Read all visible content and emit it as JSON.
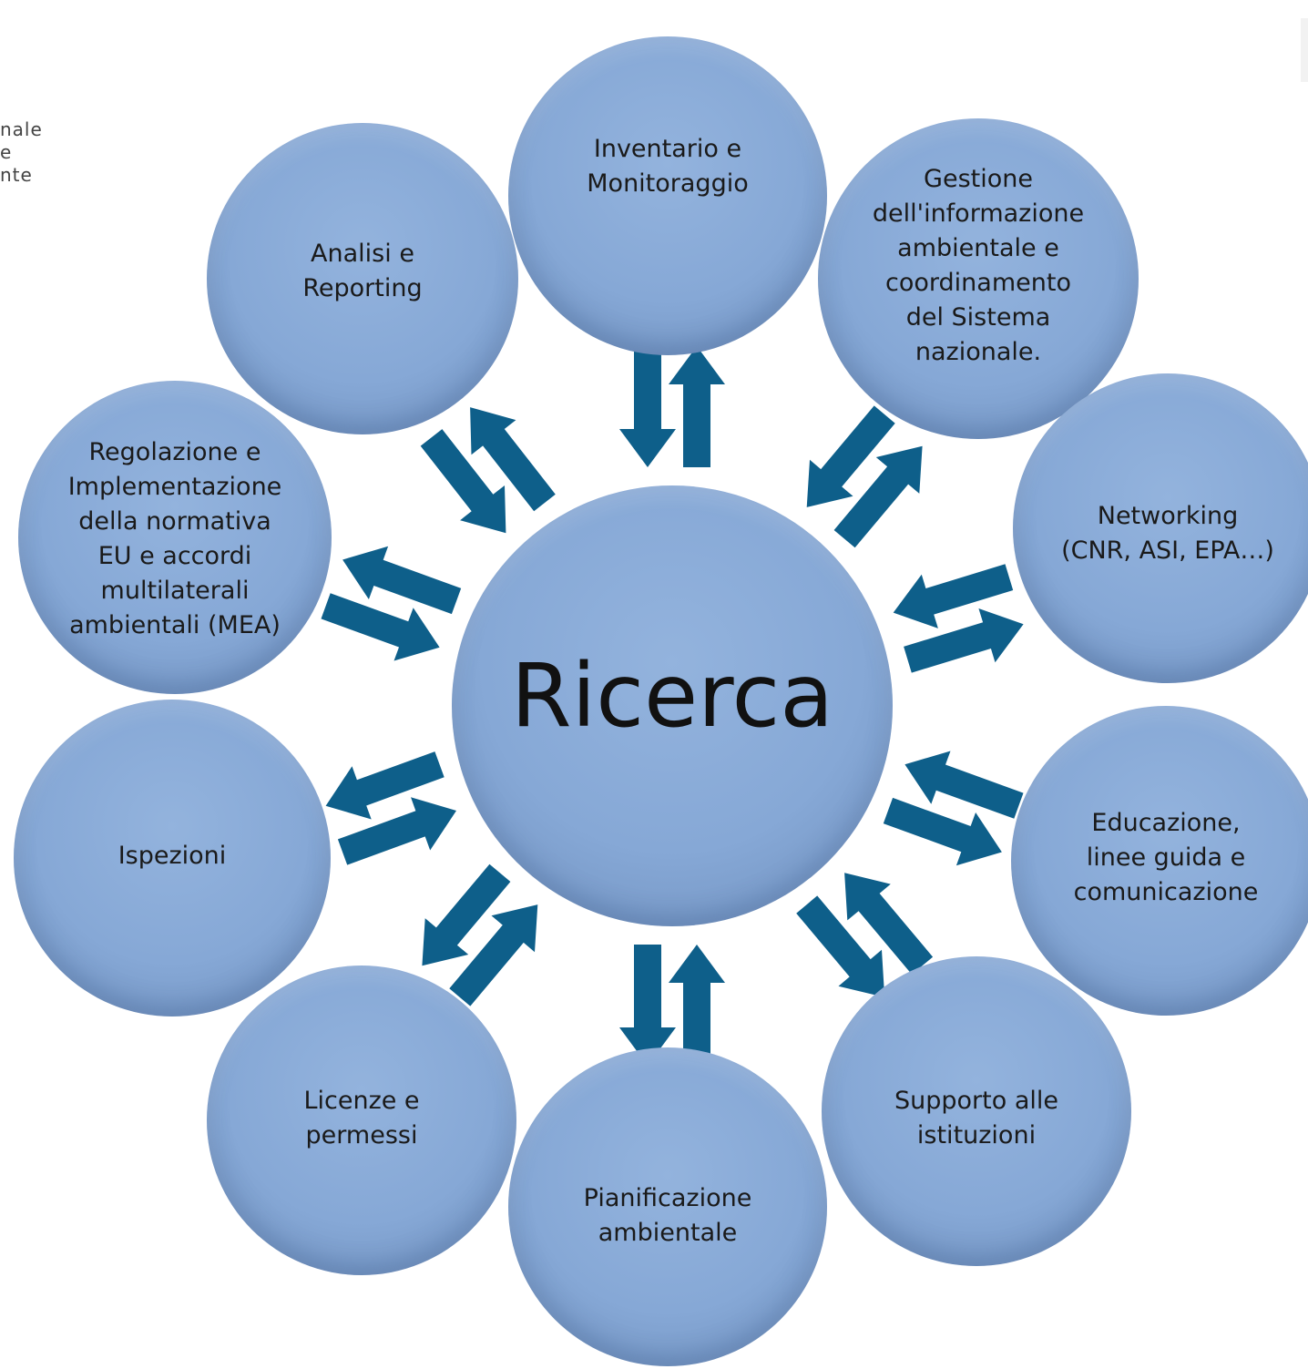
{
  "logo": {
    "lines": [
      "nale",
      "e",
      "nte"
    ]
  },
  "center": {
    "label": "Ricerca"
  },
  "nodes": [
    {
      "id": "inventario",
      "label": "Inventario e\nMonitoraggio"
    },
    {
      "id": "gestione",
      "label": "Gestione\ndell'informazione\nambientale e\ncoordinamento\ndel Sistema\nnazionale."
    },
    {
      "id": "networking",
      "label": "Networking\n(CNR, ASI, EPA…)"
    },
    {
      "id": "educazione",
      "label": "Educazione,\nlinee guida e\ncomunicazione"
    },
    {
      "id": "supporto",
      "label": "Supporto alle\nistituzioni"
    },
    {
      "id": "pianificazione",
      "label": "Pianificazione\nambientale"
    },
    {
      "id": "licenze",
      "label": "Licenze e\npermessi"
    },
    {
      "id": "ispezioni",
      "label": "Ispezioni"
    },
    {
      "id": "regolazione",
      "label": "Regolazione e\nImplementazione\ndella normativa\nEU e accordi\nmultilaterali\nambientali (MEA)"
    },
    {
      "id": "analisi",
      "label": "Analisi e\nReporting"
    }
  ],
  "colors": {
    "arrow": "#0e5f8a",
    "node": "#86a8d6"
  }
}
